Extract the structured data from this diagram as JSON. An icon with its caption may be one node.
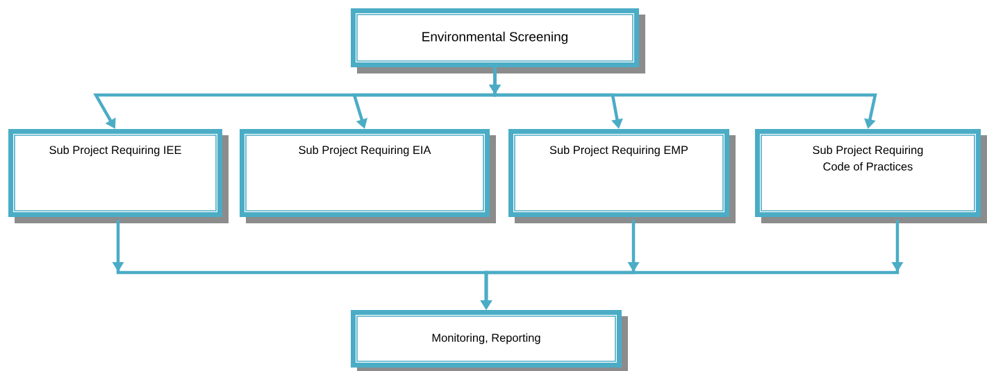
{
  "diagram": {
    "nodes": [
      {
        "text": [
          "Environmental Screening"
        ]
      },
      {
        "text": [
          "Sub Project Requiring IEE"
        ]
      },
      {
        "text": [
          "Sub Project Requiring EIA"
        ]
      },
      {
        "text": [
          "Sub Project Requiring EMP"
        ]
      },
      {
        "text": [
          "Sub Project Requiring Code of Practices"
        ]
      },
      {
        "text": [
          "Monitoring, Reporting"
        ]
      }
    ],
    "edges": [
      {
        "from": 0,
        "to": 1,
        "arrow": "to"
      },
      {
        "from": 0,
        "to": 2,
        "arrow": "to"
      },
      {
        "from": 0,
        "to": 3,
        "arrow": "to"
      },
      {
        "from": 0,
        "to": 4,
        "arrow": "to"
      },
      {
        "from": 1,
        "to": 5,
        "arrow": "to"
      },
      {
        "from": 3,
        "to": 5,
        "arrow": "to"
      },
      {
        "from": 4,
        "to": 5,
        "arrow": "to"
      }
    ]
  }
}
